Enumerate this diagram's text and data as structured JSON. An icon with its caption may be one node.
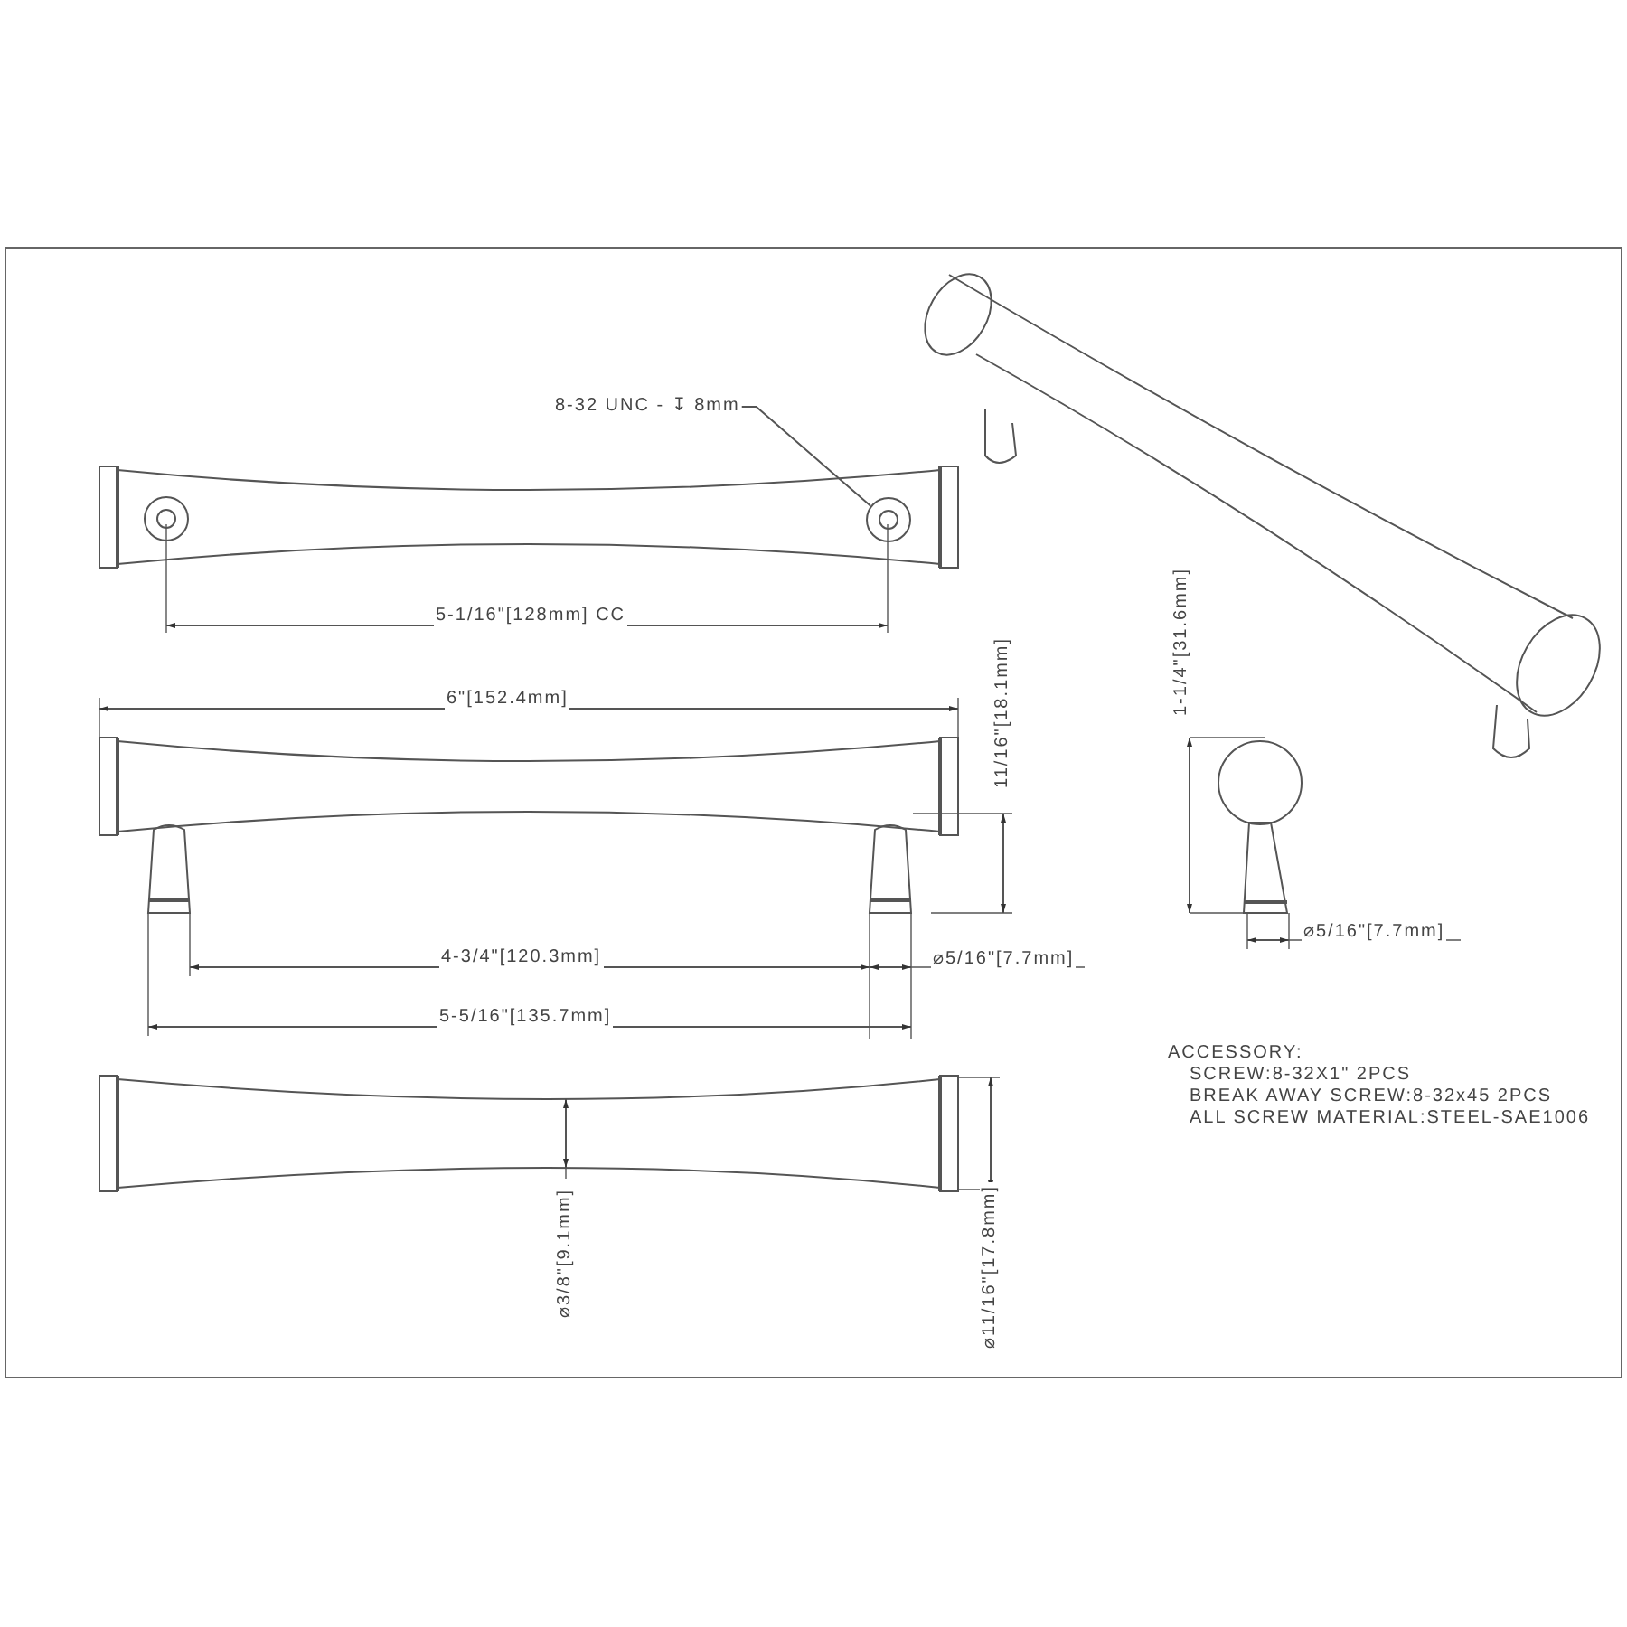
{
  "diagram": {
    "nodes": [
      {
        "text": [
          "8-32 UNC - ↧ 8mm"
        ]
      },
      {
        "text": [],
        "shape": "circle"
      }
    ],
    "edges": [
      {
        "from": 0,
        "to": 1,
        "arrow": "none"
      }
    ],
    "labels": [
      "5-1/16\"[128mm] CC",
      "6\"[152.4mm]",
      "11/16\"[18.1mm]",
      "1-1/4\"[31.6mm]",
      "4-3/4\"[120.3mm]",
      "⌀5/16\"[7.7mm]",
      "⌀5/16\"[7.7mm]",
      "5-5/16\"[135.7mm]",
      "ACCESSORY:",
      "SCREW:8-32X1\" 2PCS",
      "BREAK AWAY SCREW:8-32x45 2PCS",
      "ALL SCREW MATERIAL:STEEL-SAE1006",
      "⌀3/8\"[9.1mm]",
      "⌀11/16\"[17.8mm]"
    ]
  }
}
